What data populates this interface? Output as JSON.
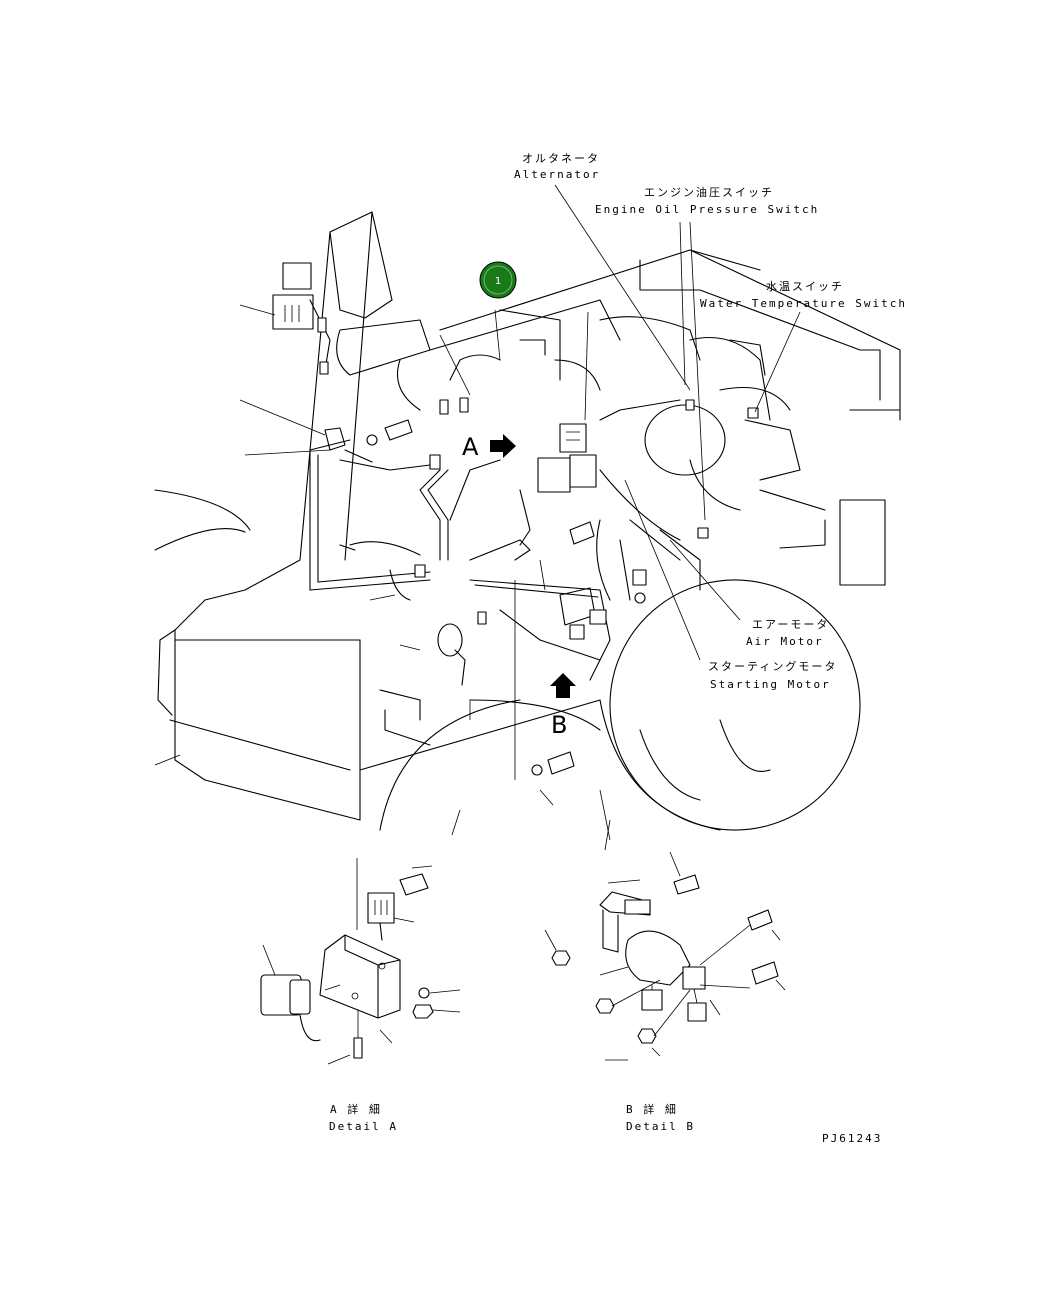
{
  "callout": {
    "number": "1",
    "color": "#1a7a1a"
  },
  "labels": {
    "alternator_jp": "オルタネータ",
    "alternator_en": "Alternator",
    "oil_switch_jp": "エンジン油圧スイッチ",
    "oil_switch_en": "Engine Oil Pressure Switch",
    "water_switch_jp": "水温スイッチ",
    "water_switch_en": "Water Temperature Switch",
    "air_motor_jp": "エアーモータ",
    "air_motor_en": "Air Motor",
    "starting_motor_jp": "スターティングモータ",
    "starting_motor_en": "Starting Motor"
  },
  "view_markers": {
    "a": "A",
    "b": "B"
  },
  "details": {
    "a_jp": "A 詳 細",
    "a_en": "Detail A",
    "b_jp": "B 詳 細",
    "b_en": "Detail B"
  },
  "drawing_number": "PJ61243"
}
